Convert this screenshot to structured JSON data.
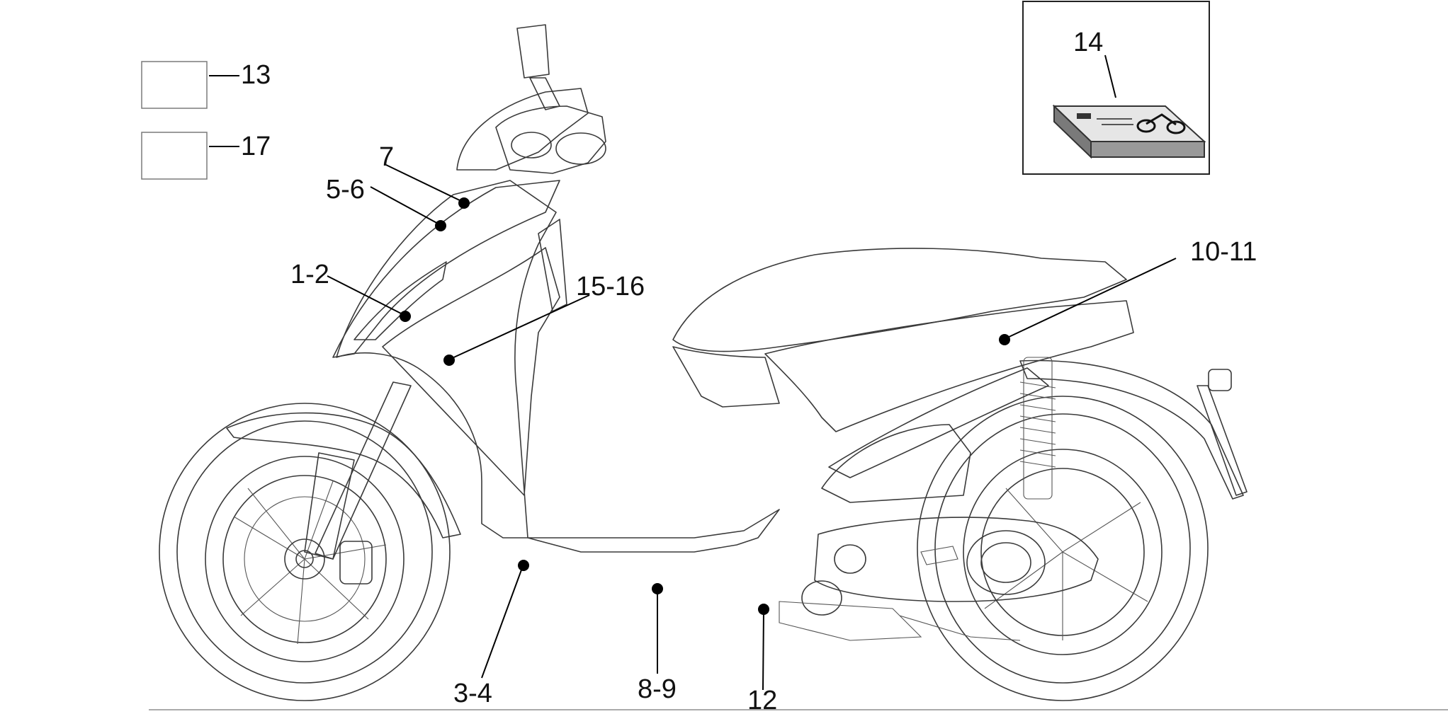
{
  "callouts": [
    {
      "id": "c13",
      "text": "13"
    },
    {
      "id": "c17",
      "text": "17"
    },
    {
      "id": "c7",
      "text": "7"
    },
    {
      "id": "c56",
      "text": "5-6"
    },
    {
      "id": "c12a",
      "text": "1-2"
    },
    {
      "id": "c1516",
      "text": "15-16"
    },
    {
      "id": "c14",
      "text": "14"
    },
    {
      "id": "c1011",
      "text": "10-11"
    },
    {
      "id": "c34",
      "text": "3-4"
    },
    {
      "id": "c89",
      "text": "8-9"
    },
    {
      "id": "c12",
      "text": "12"
    }
  ],
  "colors": {
    "line": "#3a3a3a",
    "text": "#111111",
    "leader": "#000000"
  }
}
